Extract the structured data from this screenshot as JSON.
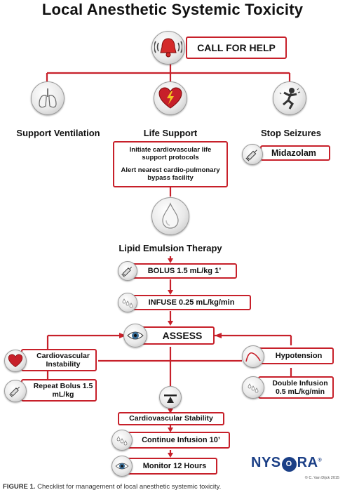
{
  "title": "Local Anesthetic Systemic Toxicity",
  "call_for_help": "CALL FOR HELP",
  "branches": {
    "ventilation": "Support Ventilation",
    "life_support": "Life Support",
    "seizures": "Stop Seizures"
  },
  "life_support_box": {
    "line1": "Initiate cardiovascular life support protocols",
    "line2": "Alert nearest cardio-pulmonary bypass facility"
  },
  "midazolam": "Midazolam",
  "lipid_heading": "Lipid Emulsion Therapy",
  "bolus": "BOLUS 1.5 mL/kg  1’",
  "infuse": "INFUSE 0.25 mL/kg/min",
  "assess": "ASSESS",
  "cv_instability": "Cardiovascular Instability",
  "repeat_bolus": "Repeat Bolus 1.5 mL/kg",
  "hypotension": "Hypotension",
  "double_infusion": "Double Infusion 0.5 mL/kg/min",
  "cv_stability": "Cardiovascular Stability",
  "continue_infusion": "Continue Infusion 10’",
  "monitor": "Monitor 12 Hours",
  "brand": {
    "prefix": "NYS",
    "o_letter": "O",
    "suffix": "RA",
    "mark": "®"
  },
  "copyright": "© C. Van Dijck 2015",
  "caption": {
    "label": "FIGURE 1.",
    "text": " Checklist for management of local anesthetic systemic toxicity."
  },
  "colors": {
    "accent": "#c7202a",
    "brand": "#1b3f86"
  },
  "icons": [
    "alarm-bell-icon",
    "lungs-icon",
    "heart-lightning-icon",
    "seizure-person-icon",
    "syringe-icon",
    "drop-icon",
    "drops-icon",
    "eye-icon",
    "heart-icon",
    "hypotension-curve-icon",
    "balance-icon"
  ]
}
